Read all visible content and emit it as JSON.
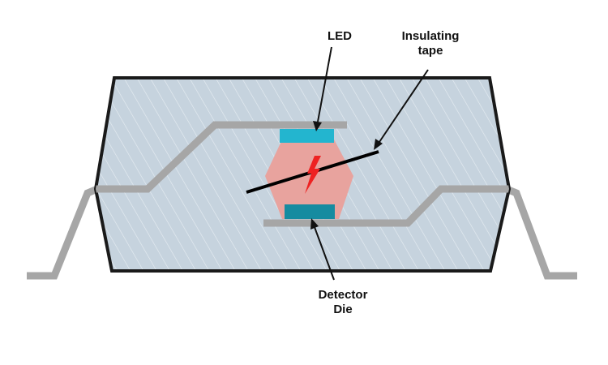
{
  "labels": {
    "led": "LED",
    "tape_line1": "Insulating",
    "tape_line2": "tape",
    "detector_line1": "Detector",
    "detector_line2": "Die"
  },
  "colors": {
    "package_fill": "#c6d3de",
    "package_outline": "#1a1a1a",
    "hatch": "#e8eef3",
    "lead_frame": "#a6a6a6",
    "led": "#23b5cf",
    "detector": "#168ba0",
    "cavity": "#e8a39e",
    "tape": "#000000",
    "spark": "#ee2222",
    "arrow": "#111111",
    "text": "#111111"
  },
  "icons": {
    "spark": "lightning-bolt-icon"
  }
}
